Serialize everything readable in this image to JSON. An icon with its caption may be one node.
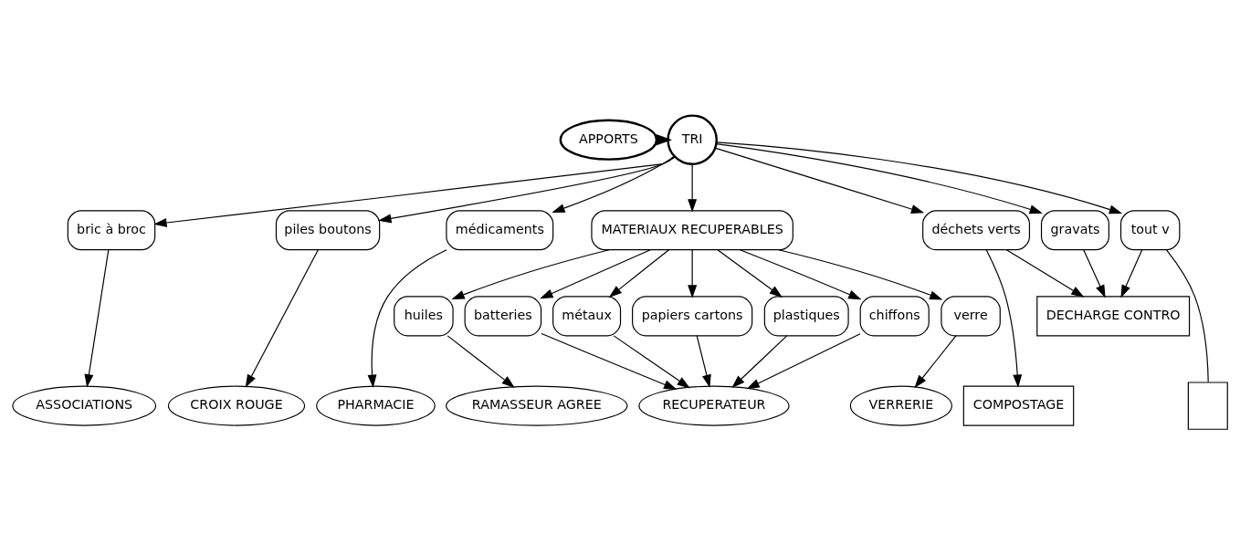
{
  "diagram": {
    "nodes": [
      {
        "text": [
          "APPORTS"
        ]
      },
      {
        "text": [
          "TRI"
        ]
      },
      {
        "text": [
          "bric à broc"
        ]
      },
      {
        "text": [
          "piles boutons"
        ]
      },
      {
        "text": [
          "médicaments"
        ]
      },
      {
        "text": [
          "MATERIAUX RECUPERABLES"
        ]
      },
      {
        "text": [
          "déchets verts"
        ]
      },
      {
        "text": [
          "gravats"
        ]
      },
      {
        "text": [
          "tout v"
        ]
      },
      {
        "text": [
          "huiles"
        ]
      },
      {
        "text": [
          "batteries"
        ]
      },
      {
        "text": [
          "métaux"
        ]
      },
      {
        "text": [
          "papiers cartons"
        ]
      },
      {
        "text": [
          "plastiques"
        ]
      },
      {
        "text": [
          "chiffons"
        ]
      },
      {
        "text": [
          "verre"
        ]
      },
      {
        "text": [
          "DECHARGE CONTRO"
        ]
      },
      {
        "text": [
          "ASSOCIATIONS"
        ]
      },
      {
        "text": [
          "CROIX ROUGE"
        ]
      },
      {
        "text": [
          "PHARMACIE"
        ]
      },
      {
        "text": [
          "RAMASSEUR AGREE"
        ]
      },
      {
        "text": [
          "RECUPERATEUR"
        ]
      },
      {
        "text": [
          "VERRERIE"
        ]
      },
      {
        "text": [
          "COMPOSTAGE"
        ]
      },
      {
        "text": [],
        "shape": "box"
      }
    ],
    "edges": [
      {
        "from": 0,
        "to": 1,
        "arrow": "to",
        "style": "thick"
      },
      {
        "from": 1,
        "to": 2,
        "arrow": "to"
      },
      {
        "from": 1,
        "to": 3,
        "arrow": "to"
      },
      {
        "from": 1,
        "to": 4,
        "arrow": "to"
      },
      {
        "from": 1,
        "to": 5,
        "arrow": "to"
      },
      {
        "from": 1,
        "to": 6,
        "arrow": "to"
      },
      {
        "from": 1,
        "to": 7,
        "arrow": "to"
      },
      {
        "from": 1,
        "to": 8,
        "arrow": "to"
      },
      {
        "from": 5,
        "to": 9,
        "arrow": "to"
      },
      {
        "from": 5,
        "to": 10,
        "arrow": "to"
      },
      {
        "from": 5,
        "to": 11,
        "arrow": "to"
      },
      {
        "from": 5,
        "to": 12,
        "arrow": "to"
      },
      {
        "from": 5,
        "to": 13,
        "arrow": "to"
      },
      {
        "from": 5,
        "to": 14,
        "arrow": "to"
      },
      {
        "from": 5,
        "to": 15,
        "arrow": "to"
      },
      {
        "from": 2,
        "to": 17,
        "arrow": "to"
      },
      {
        "from": 3,
        "to": 18,
        "arrow": "to"
      },
      {
        "from": 4,
        "to": 19,
        "arrow": "to"
      },
      {
        "from": 9,
        "to": 20,
        "arrow": "to"
      },
      {
        "from": 10,
        "to": 21,
        "arrow": "to"
      },
      {
        "from": 11,
        "to": 21,
        "arrow": "to"
      },
      {
        "from": 12,
        "to": 21,
        "arrow": "to"
      },
      {
        "from": 13,
        "to": 21,
        "arrow": "to"
      },
      {
        "from": 14,
        "to": 21,
        "arrow": "to"
      },
      {
        "from": 15,
        "to": 22,
        "arrow": "to"
      },
      {
        "from": 6,
        "to": 23,
        "arrow": "to"
      },
      {
        "from": 6,
        "to": 16,
        "arrow": "to"
      },
      {
        "from": 7,
        "to": 16,
        "arrow": "to"
      },
      {
        "from": 8,
        "to": 16,
        "arrow": "to"
      },
      {
        "from": 8,
        "to": 24,
        "arrow": "none"
      }
    ]
  }
}
